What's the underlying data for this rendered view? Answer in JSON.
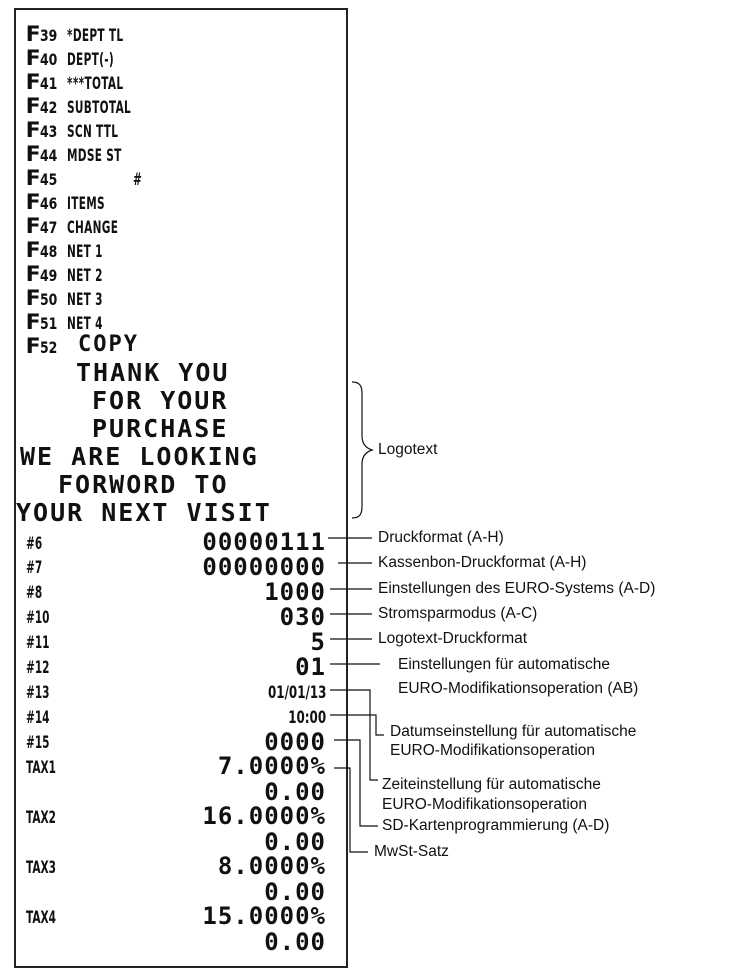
{
  "function_lines": [
    {
      "letter": "F",
      "num": "39",
      "text": "*DEPT TL"
    },
    {
      "letter": "F",
      "num": "40",
      "text": "DEPT(-)"
    },
    {
      "letter": "F",
      "num": "41",
      "text": "***TOTAL"
    },
    {
      "letter": "F",
      "num": "42",
      "text": "SUBTOTAL"
    },
    {
      "letter": "F",
      "num": "43",
      "text": "SCN TTL"
    },
    {
      "letter": "F",
      "num": "44",
      "text": "MDSE ST"
    },
    {
      "letter": "F",
      "num": "45",
      "text": "#"
    },
    {
      "letter": "F",
      "num": "46",
      "text": "ITEMS"
    },
    {
      "letter": "F",
      "num": "47",
      "text": "CHANGE"
    },
    {
      "letter": "F",
      "num": "48",
      "text": "NET 1"
    },
    {
      "letter": "F",
      "num": "49",
      "text": "NET 2"
    },
    {
      "letter": "F",
      "num": "50",
      "text": "NET 3"
    },
    {
      "letter": "F",
      "num": "51",
      "text": "NET 4"
    },
    {
      "letter": "F",
      "num": "52",
      "text": "COPY"
    }
  ],
  "logo_lines": [
    "THANK YOU",
    "FOR YOUR",
    "PURCHASE",
    "WE ARE LOOKING",
    "FORWORD TO",
    "YOUR NEXT VISIT"
  ],
  "settings": [
    {
      "label": "#6",
      "value": "00000111"
    },
    {
      "label": "#7",
      "value": "00000000"
    },
    {
      "label": "#8",
      "value": "1000"
    },
    {
      "label": "#10",
      "value": "030"
    },
    {
      "label": "#11",
      "value": "5"
    },
    {
      "label": "#12",
      "value": "01"
    },
    {
      "label": "#13",
      "value": "01/01/13"
    },
    {
      "label": "#14",
      "value": "10:00"
    },
    {
      "label": "#15",
      "value": "0000"
    }
  ],
  "tax": [
    {
      "label": "TAX1",
      "rate": "7.0000%",
      "amount": "0.00"
    },
    {
      "label": "TAX2",
      "rate": "16.0000%",
      "amount": "0.00"
    },
    {
      "label": "TAX3",
      "rate": "8.0000%",
      "amount": "0.00"
    },
    {
      "label": "TAX4",
      "rate": "15.0000%",
      "amount": "0.00"
    }
  ],
  "annotations": {
    "logotext": "Logotext",
    "druckformat": "Druckformat (A-H)",
    "kassenbon": "Kassenbon-Druckformat (A-H)",
    "euro_system": "Einstellungen des EURO-Systems (A-D)",
    "stromspar": "Stromsparmodus (A-C)",
    "logo_druck": "Logotext-Druckformat",
    "auto_mod_1": "Einstellungen für automatische",
    "auto_mod_2": "EURO-Modifikationsoperation (AB)",
    "datum_1": "Datumseinstellung für automatische",
    "datum_2": "EURO-Modifikationsoperation",
    "zeit_1": "Zeiteinstellung für automatische",
    "zeit_2": "EURO-Modifikationsoperation",
    "sd_karte": "SD-Kartenprogrammierung (A-D)",
    "mwst": "MwSt-Satz"
  }
}
